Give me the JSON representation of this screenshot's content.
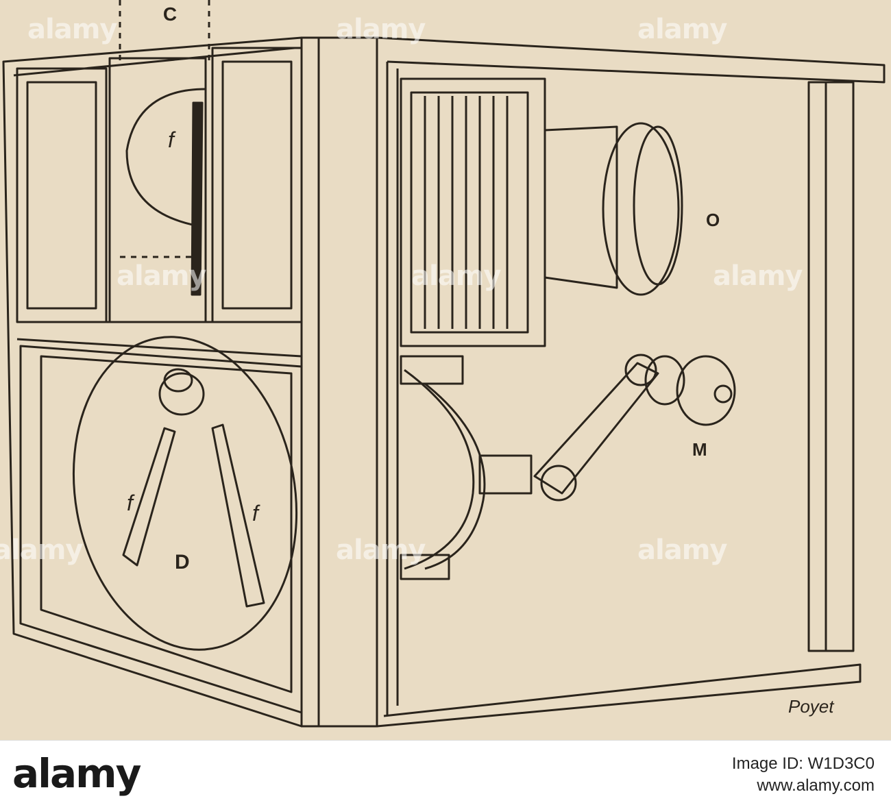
{
  "figure": {
    "labels": {
      "c": "C",
      "o": "O",
      "m": "M",
      "d": "D",
      "f": "f",
      "signature": "Poyet"
    }
  },
  "watermark": {
    "text": "alamy"
  },
  "footer": {
    "logo": "alamy",
    "image_id_label": "Image ID: W1D3C0",
    "url": "www.alamy.com"
  },
  "colors": {
    "paper": "#e9dcc4",
    "ink": "#2a241c",
    "footer_bg": "#ffffff"
  }
}
